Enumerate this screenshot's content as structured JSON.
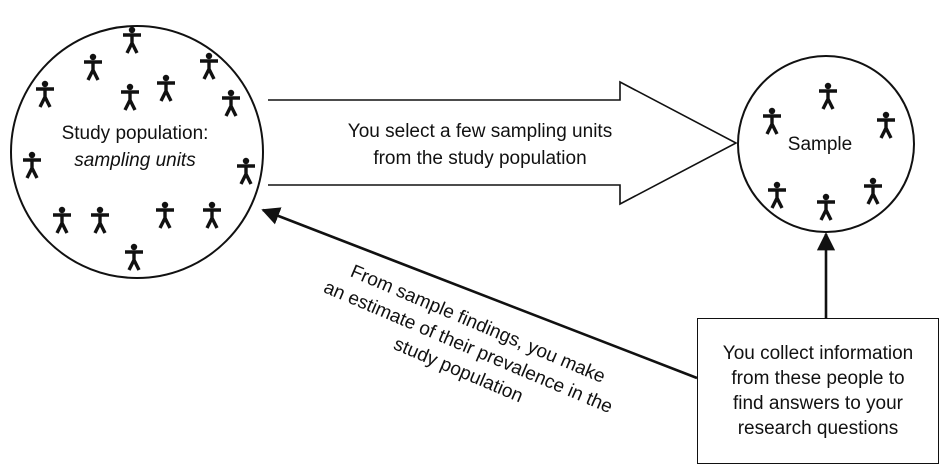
{
  "study_population": {
    "title": "Study population:",
    "subtitle": "sampling units"
  },
  "select_arrow": {
    "lines": [
      "You select a few sampling units",
      "from the study population"
    ]
  },
  "sample": {
    "label": "Sample"
  },
  "collect_box": {
    "lines": [
      "You collect information",
      "from these people to",
      "find answers to your",
      "research questions"
    ]
  },
  "estimate_arrow": {
    "lines": [
      "From sample findings, you make",
      "an estimate of their prevalence in the",
      "study population"
    ]
  },
  "colors": {
    "ink": "#111111",
    "background": "#ffffff"
  },
  "icons": [
    "person-icon"
  ]
}
